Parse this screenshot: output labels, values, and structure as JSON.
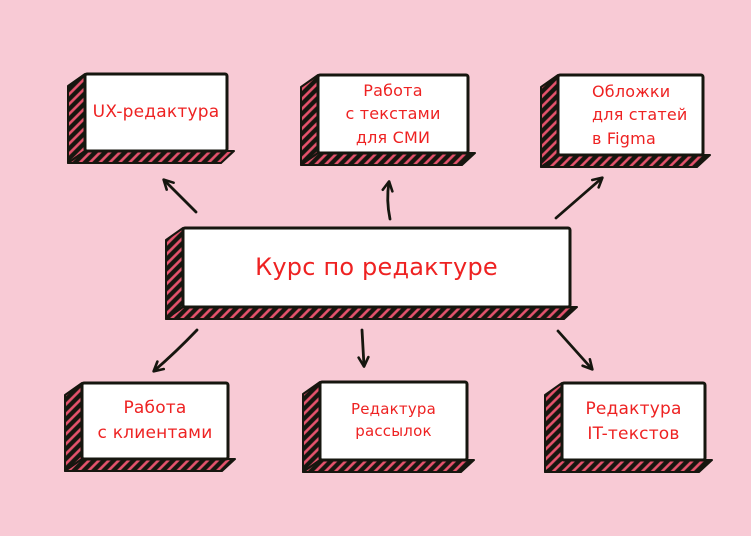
{
  "diagram": {
    "center_node": {
      "label": "Курс по редактуре"
    },
    "top_nodes": [
      {
        "label": "UX-редактура"
      },
      {
        "label": "Работа\nс текстами\nдля СМИ"
      },
      {
        "label": "Обложки\nдля статей\nв Figma"
      }
    ],
    "bottom_nodes": [
      {
        "label": "Работа\nс клиентами"
      },
      {
        "label": "Редактура рассылок"
      },
      {
        "label": "Редактура\nIT-текстов"
      }
    ]
  },
  "colors": {
    "background": "#f8cad5",
    "node_face": "#ffffff",
    "outline": "#16160f",
    "hatch_accent": "#e6536d",
    "text_accent": "#ee2222",
    "arrow": "#16160f"
  }
}
